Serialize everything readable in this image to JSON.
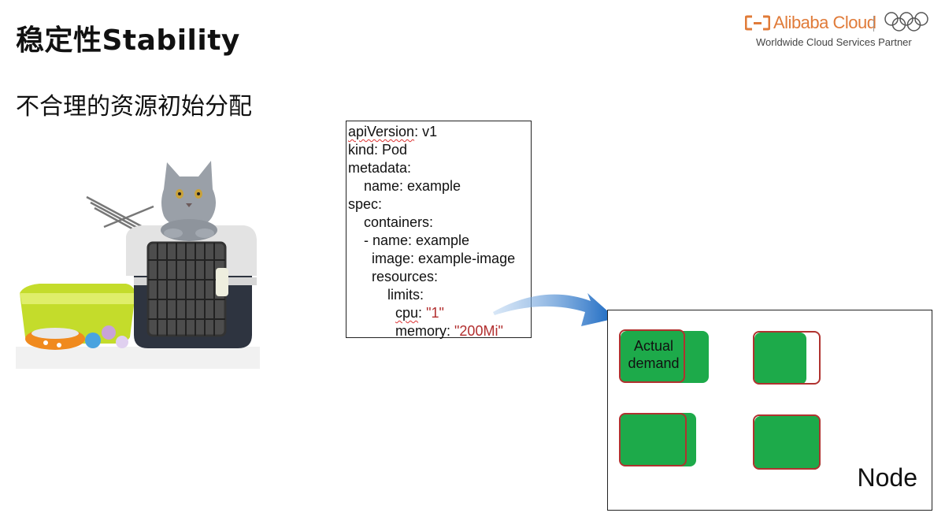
{
  "slide": {
    "title": "稳定性Stability",
    "subtitle": "不合理的资源初始分配"
  },
  "branding": {
    "logo_text": "Alibaba Cloud",
    "tagline": "Worldwide Cloud Services Partner",
    "icons": [
      "alibaba-cloud-logo-icon",
      "olympic-rings-icon"
    ],
    "accent_color": "#e07b39"
  },
  "yaml": {
    "lines": [
      {
        "key": "apiVersion",
        "text": ": v1"
      },
      {
        "key": "kind: Pod"
      },
      {
        "key": "metadata:"
      },
      {
        "key": "    name: example"
      },
      {
        "key": "spec:"
      },
      {
        "key": "    containers:"
      },
      {
        "key": "    - name: example"
      },
      {
        "key": "      image: example-image"
      },
      {
        "key": "      resources:"
      },
      {
        "key": "          limits:"
      },
      {
        "key": "cpu",
        "text": ": ",
        "value": "\"1\""
      },
      {
        "key": "            memory: ",
        "value": "\"200Mi\""
      }
    ],
    "string_color": "#b22e2e"
  },
  "node": {
    "label": "Node",
    "pod_label": "Actual\ndemand",
    "fill_color": "#1daa4a",
    "limit_color": "#b0322f"
  }
}
